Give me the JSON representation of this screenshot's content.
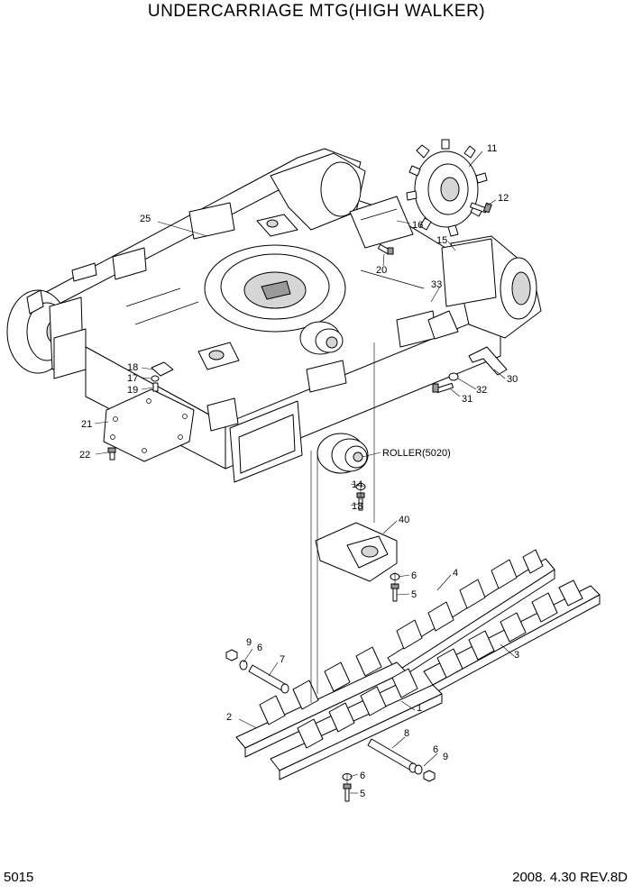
{
  "header": {
    "title": "UNDERCARRIAGE MTG(HIGH WALKER)"
  },
  "footer": {
    "page": "5015",
    "date_rev": "2008. 4.30  REV.8D"
  },
  "callouts": {
    "c1": "1",
    "c2": "2",
    "c3": "3",
    "c4": "4",
    "c5a": "5",
    "c5b": "5",
    "c6a": "6",
    "c6b": "6",
    "c6c": "6",
    "c6d": "6",
    "c7": "7",
    "c8": "8",
    "c9a": "9",
    "c9b": "9",
    "c11": "11",
    "c12": "12",
    "c13": "13",
    "c14": "14",
    "c15": "15",
    "c16": "16",
    "c17": "17",
    "c18": "18",
    "c19": "19",
    "c20": "20",
    "c21": "21",
    "c22": "22",
    "c25": "25",
    "c30": "30",
    "c31": "31",
    "c32": "32",
    "c33": "33",
    "c40": "40",
    "roller": "ROLLER(5020)"
  }
}
